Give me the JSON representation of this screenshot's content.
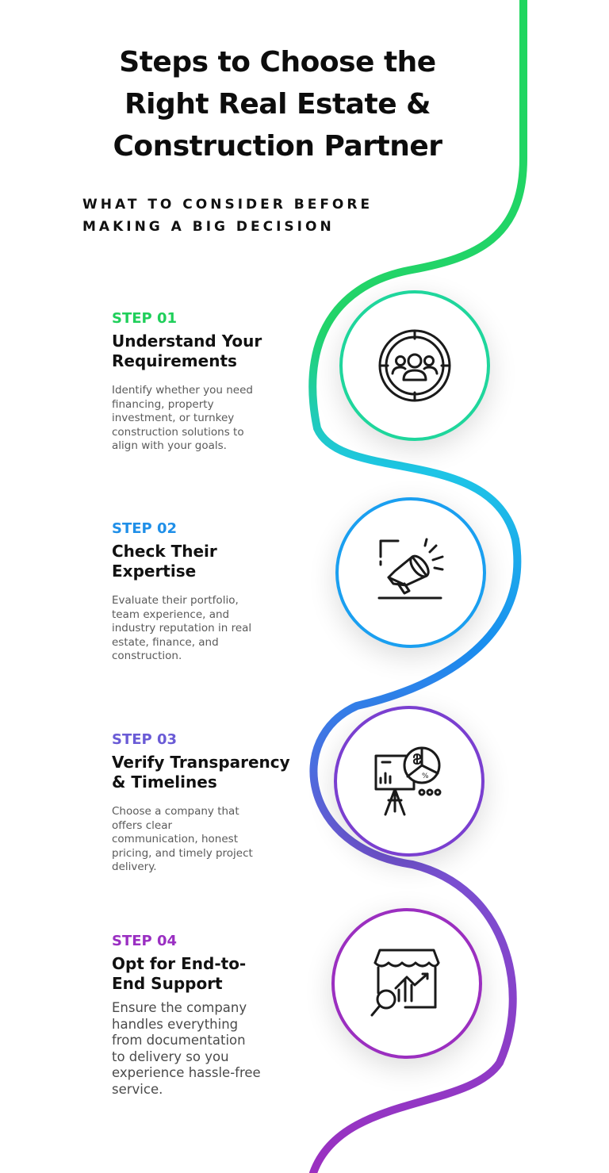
{
  "title": {
    "lines": [
      "Steps to Choose the",
      "Right Real Estate &",
      "Construction Partner"
    ]
  },
  "subtitle": {
    "lines": [
      "WHAT TO CONSIDER BEFORE",
      "MAKING A BIG DECISION"
    ]
  },
  "colors": {
    "green": "#1fd65e",
    "cyan": "#1ec6e6",
    "blue": "#1a8ff0",
    "purple": "#9b2fc0"
  },
  "steps": [
    {
      "label": "STEP 01",
      "heading": [
        "Understand Your",
        "Requirements"
      ],
      "description": [
        "Identify whether you need",
        "financing, property",
        "investment, or turnkey",
        "construction solutions to",
        "align with your goals."
      ],
      "icon": "target-audience-icon",
      "label_color": "#1fcf5a"
    },
    {
      "label": "STEP 02",
      "heading": [
        "Check Their",
        "Expertise"
      ],
      "description": [
        "Evaluate their portfolio,",
        "team experience, and",
        "industry reputation in real",
        "estate, finance, and",
        "construction."
      ],
      "icon": "megaphone-icon",
      "label_color": "#1f8fe8"
    },
    {
      "label": "STEP 03",
      "heading": [
        "Verify Transparency",
        "& Timelines"
      ],
      "description": [
        "Choose a company that",
        "offers clear",
        "communication, honest",
        "pricing, and timely project",
        "delivery."
      ],
      "icon": "presentation-chart-icon",
      "label_color": "#6a5bd6"
    },
    {
      "label": "STEP 04",
      "heading": [
        "Opt for End-to-",
        "End Support"
      ],
      "description": [
        "Ensure the company",
        "handles everything",
        "from documentation",
        "to delivery so you",
        "experience hassle-free",
        "service."
      ],
      "icon": "market-analysis-icon",
      "label_color": "#9a2fc2"
    }
  ]
}
